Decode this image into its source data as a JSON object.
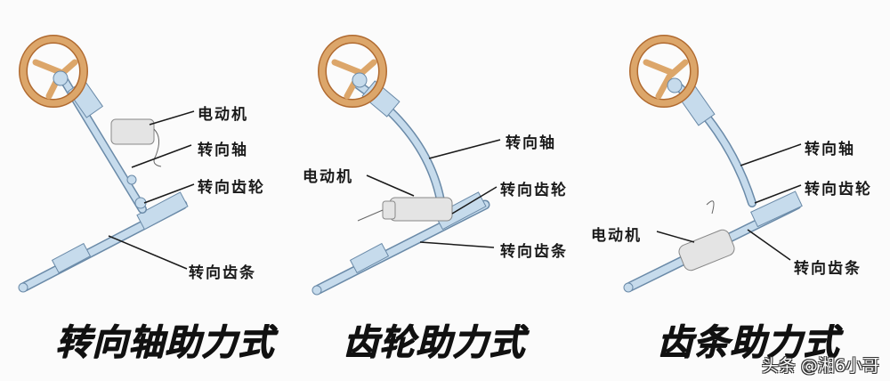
{
  "colors": {
    "background": "#fbfbfb",
    "steering_wheel": "#d49a5a",
    "steering_wheel_outline": "#b06a30",
    "shaft": "#bcd3e6",
    "shaft_outline": "#6a8aa8",
    "motor": "#e4e4e4",
    "leader_line": "#1a1a1a",
    "text": "#111111"
  },
  "panels": [
    {
      "id": "column-assist",
      "title": "转向轴助力式",
      "labels": {
        "motor": "电动机",
        "shaft": "转向轴",
        "gear": "转向齿轮",
        "rack": "转向齿条"
      }
    },
    {
      "id": "pinion-assist",
      "title": "齿轮助力式",
      "labels": {
        "motor": "电动机",
        "shaft": "转向轴",
        "gear": "转向齿轮",
        "rack": "转向齿条"
      }
    },
    {
      "id": "rack-assist",
      "title": "齿条助力式",
      "labels": {
        "motor": "电动机",
        "shaft": "转向轴",
        "gear": "转向齿轮",
        "rack": "转向齿条"
      }
    }
  ],
  "watermark": "头条 @湘6小哥"
}
